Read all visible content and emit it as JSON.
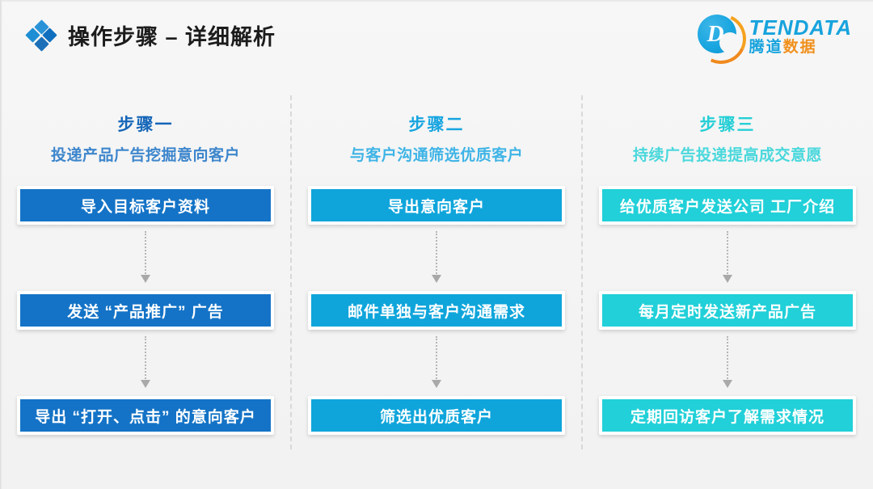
{
  "header": {
    "title": "操作步骤 – 详细解析",
    "icon": "diamond-cluster-icon"
  },
  "logo": {
    "mark_letter": "D",
    "wordmark": "TENDATA",
    "cn_blue": "腾道",
    "cn_orange": "数据",
    "colors": {
      "blue": "#17a3dd",
      "orange": "#f0901d"
    }
  },
  "columns": [
    {
      "step": "步骤一",
      "desc": "投递产品广告挖掘意向客户",
      "step_color": "#1566b8",
      "desc_color": "#3d86cc",
      "box_color": "#1473c6",
      "boxes": [
        "导入目标客户资料",
        "发送 “产品推广” 广告",
        "导出 “打开、点击” 的意向客户"
      ]
    },
    {
      "step": "步骤二",
      "desc": "与客户沟通筛选优质客户",
      "step_color": "#18a5e0",
      "desc_color": "#3fb4e6",
      "box_color": "#0fa5db",
      "boxes": [
        "导出意向客户",
        "邮件单独与客户沟通需求",
        "筛选出优质客户"
      ]
    },
    {
      "step": "步骤三",
      "desc": "持续广告投递提高成交意愿",
      "step_color": "#25cfd6",
      "desc_color": "#49d8dc",
      "box_color": "#21d0d8",
      "boxes": [
        "给优质客户发送公司 工厂介绍",
        "每月定时发送新产品广告",
        "定期回访客户了解需求情况"
      ]
    }
  ],
  "connector": {
    "style": "dotted-down-arrow"
  },
  "background_color": "#f4f4f4"
}
